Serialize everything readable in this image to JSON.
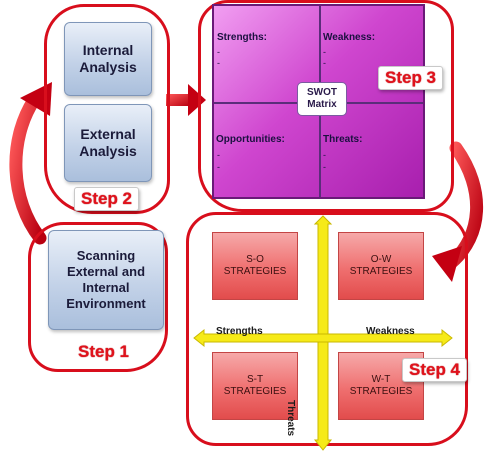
{
  "step1": {
    "label": "Step 1",
    "box_text": "Scanning\nExternal and\nInternal\nEnvironment"
  },
  "step2": {
    "label": "Step 2",
    "box_internal": "Internal\nAnalysis",
    "box_external": "External\nAnalysis"
  },
  "step3": {
    "label": "Step 3",
    "center_line1": "SWOT",
    "center_line2": "Matrix",
    "quadrants": {
      "strengths": "Strengths:",
      "weakness": "Weakness:",
      "opportunities": "Opportunities:",
      "threats": "Threats:"
    },
    "bullet": "-"
  },
  "step4": {
    "label": "Step 4",
    "so": {
      "line1": "S-O",
      "line2": "STRATEGIES"
    },
    "ow": {
      "line1": "O-W",
      "line2": "STRATEGIES"
    },
    "st": {
      "line1": "S-T",
      "line2": "STRATEGIES"
    },
    "wt": {
      "line1": "W-T",
      "line2": "STRATEGIES"
    },
    "axis_strengths": "Strengths",
    "axis_weakness": "Weakness",
    "axis_threats": "Threats"
  },
  "colors": {
    "outline_red": "#d80e1c",
    "step_text_red": "#e0121c",
    "swot_magenta": "#cf46cf",
    "cross_yellow": "#f6ea18",
    "strategy_red": "#ef6f6f",
    "box_blue": "#c3d2e8"
  }
}
